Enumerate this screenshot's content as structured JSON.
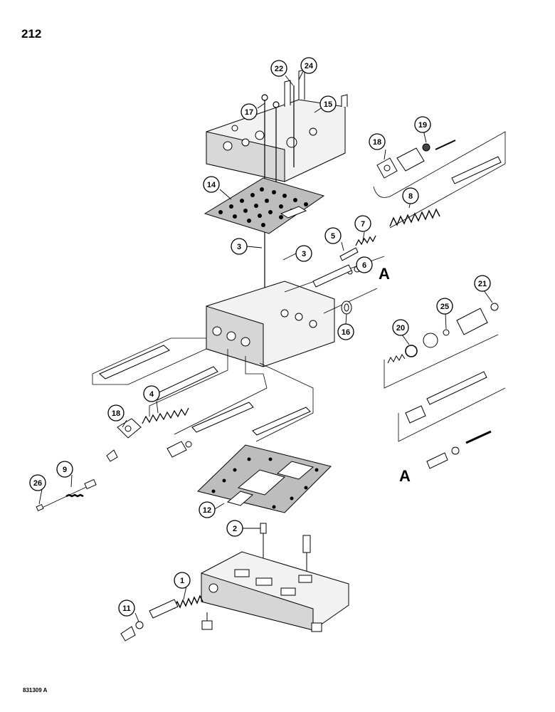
{
  "page_number": "212",
  "figure_code": "831309 A",
  "reference_letter": "A",
  "callouts": [
    "1",
    "2",
    "3",
    "3",
    "4",
    "5",
    "6",
    "7",
    "8",
    "9",
    "11",
    "12",
    "14",
    "15",
    "16",
    "17",
    "18",
    "18",
    "19",
    "20",
    "21",
    "22",
    "24",
    "25",
    "26"
  ],
  "colors": {
    "line": "#000000",
    "part_fill": "#ffffff",
    "part_shade": "#c8c8c8",
    "dark": "#202020"
  }
}
